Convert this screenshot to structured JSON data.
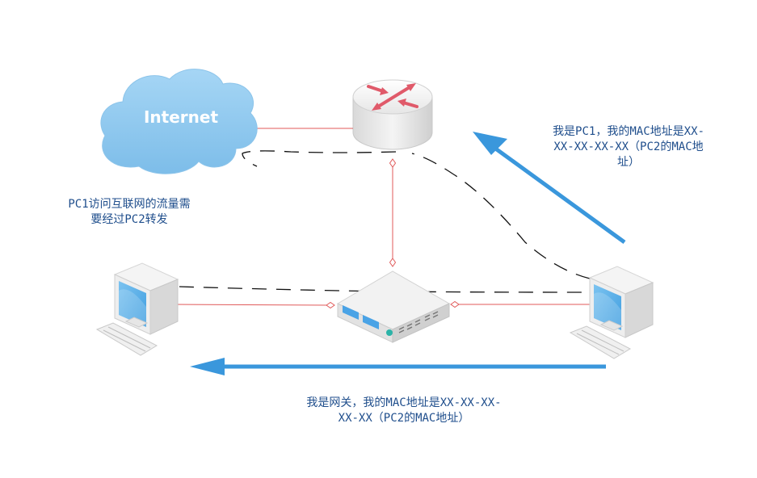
{
  "internet": {
    "label": "Internet"
  },
  "annotations": {
    "pc1_traffic": "PC1访问互联网的流量需\n要经过PC2转发",
    "to_router": "我是PC1，我的MAC地址是XX-\nXX-XX-XX-XX（PC2的MAC地\n址）",
    "to_pc1": "我是网关，我的MAC地址是XX-XX-XX-\nXX-XX（PC2的MAC地址）"
  },
  "colors": {
    "text": "#1f4e8c",
    "link": "#e05a5a",
    "arrow": "#3a97dc",
    "cloud": "#8ec9f0",
    "dash": "#111111"
  }
}
